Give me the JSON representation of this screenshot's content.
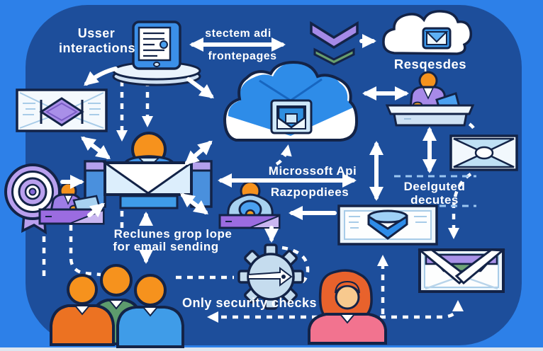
{
  "diagram": {
    "background_color": "#2d80e8",
    "panel_color": "#1d4e9b",
    "outline_color": "#132347",
    "labels": {
      "user_interactions": {
        "line1": "Usser",
        "line2": "interactions"
      },
      "frontend_arrow": {
        "line1": "stectem adi",
        "line2": "frontepages"
      },
      "requests": "Resqesdes",
      "api_arrow": {
        "line1": "Microssoft Api",
        "line2": "Razpopdiees"
      },
      "delegated": {
        "line1": "Deelguted",
        "line2": "decutes"
      },
      "requires": {
        "line1": "Reclunes grop lope",
        "line2": "for email sending"
      },
      "security": "Only security checks"
    },
    "colors": {
      "orange": "#f0921a",
      "purple": "#a58ae8",
      "desk_purple": "#9b6ce0",
      "green": "#689e6e",
      "shirt_green": "#5d9b6d",
      "shirt_orange": "#ec7222",
      "shirt_blue": "#3f9ce8",
      "pink": "#f2738f",
      "hair_red": "#e8622c",
      "skin": "#f7c98e",
      "cloud_blue": "#2e8ce8",
      "light_icon_blue": "#c5dcee",
      "white": "#ffffff"
    },
    "icons": {
      "tablet-device-icon": "tablet with document on pedestal",
      "speed-envelope-icon": "envelope with purple diamond and motion lines",
      "mail-cloud-icon": "large cloud shaped like open envelope with inbox glyph",
      "requests-cloud-icon": "small cloud with blue envelope",
      "chevron-purple-icon": "purple double chevron banner",
      "chevron-green-icon": "green double chevron banner",
      "agent-desk-right-icon": "person with laptop at desk",
      "agent-desk-left-icon": "person with laptop at purple desk",
      "award-badge-icon": "concentric circles medal with ribbon",
      "hub-person-envelope-icon": "person behind large envelope between panels",
      "monk-desk-icon": "robed figure holding orb at purple desk",
      "gear-icon": "cog wheel with white pointer",
      "user-group-icon": "three users with colored shirts",
      "woman-user-icon": "red haired woman in pink shirt",
      "envelope-cube-icon": "wide envelope with 3D blue cube",
      "envelope-x-icon": "envelope with crossed flaps and oval seal",
      "envelope-striped-icon": "envelope with purple and green bands under flap"
    }
  }
}
